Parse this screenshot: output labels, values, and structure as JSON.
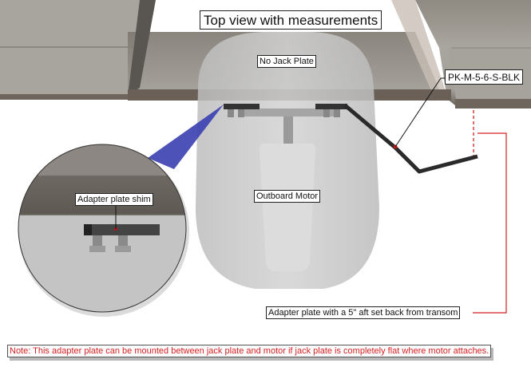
{
  "diagram": {
    "title": "Top view with measurements",
    "labels": {
      "no_jack_plate": "No Jack Plate",
      "part_number": "PK-M-5-6-S-BLK",
      "adapter_plate_shim": "Adapter plate shim",
      "outboard_motor": "Outboard Motor",
      "setback": "Adapter plate with a 5\" aft set back from transom"
    },
    "note": "Note: This adapter plate can be mounted between jack plate and motor if jack plate is completely flat where motor attaches.",
    "colors": {
      "hull": "#a8a59e",
      "hull_shadow": "#6e655c",
      "motor": "#c9c9c9",
      "bracket": "#2a2a2a",
      "magnifier_beam": "#3a3fb0",
      "dimension_line": "#d42020",
      "note_text": "#d42020"
    },
    "elements": [
      "boat-transom-hull",
      "outboard-motor",
      "adapter-plate-bracket",
      "magnifier-detail-circle",
      "setback-dimension"
    ]
  }
}
